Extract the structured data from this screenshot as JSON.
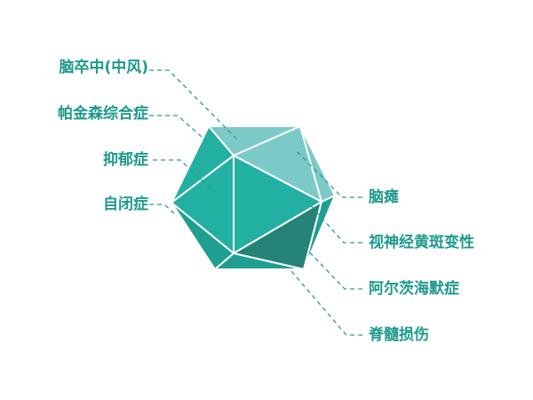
{
  "colors": {
    "label": "#1e9a8c",
    "light": "#7ccac8",
    "mid": "#22b0a3",
    "deep": "#1f9e92",
    "dark": "#258276",
    "leader": "#2a9d90"
  },
  "left_labels": [
    "脑卒中(中风)",
    "帕金森综合症",
    "抑郁症",
    "自闭症"
  ],
  "right_labels": [
    "脑瘫",
    "视神经黄斑变性",
    "阿尔茨海默症",
    "脊髓损伤"
  ]
}
